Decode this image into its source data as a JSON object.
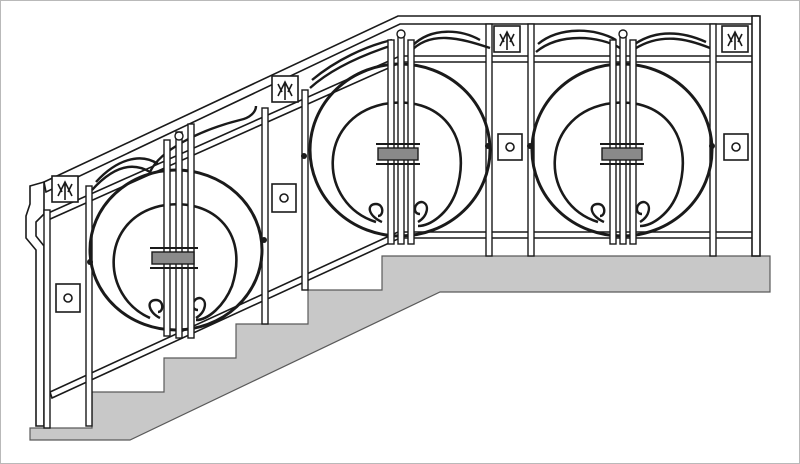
{
  "drawing": {
    "subject": "",
    "colors": {
      "background": "#ffffff",
      "border": "#b9b9b9",
      "stair_fill": "#c8c8c8",
      "iron_outline": "#1a1a1a",
      "iron_fill": "#ffffff",
      "plate_fill": "#8a8a8a"
    },
    "panels": [
      {
        "id": "panel-stair-lower"
      },
      {
        "id": "panel-landing-left"
      },
      {
        "id": "panel-landing-right"
      }
    ]
  }
}
